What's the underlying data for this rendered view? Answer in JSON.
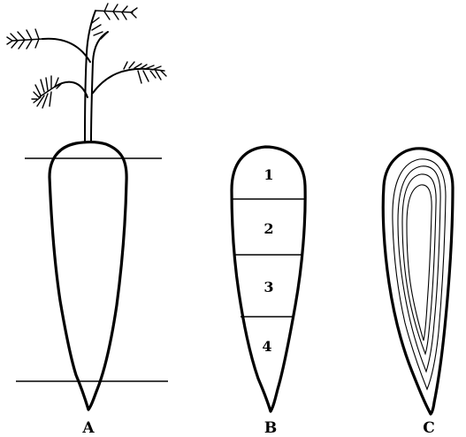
{
  "figure": {
    "panels": [
      {
        "id": "A",
        "caption": "A"
      },
      {
        "id": "B",
        "caption": "B",
        "segments": [
          "1",
          "2",
          "3",
          "4"
        ]
      },
      {
        "id": "C",
        "caption": "C"
      }
    ]
  }
}
